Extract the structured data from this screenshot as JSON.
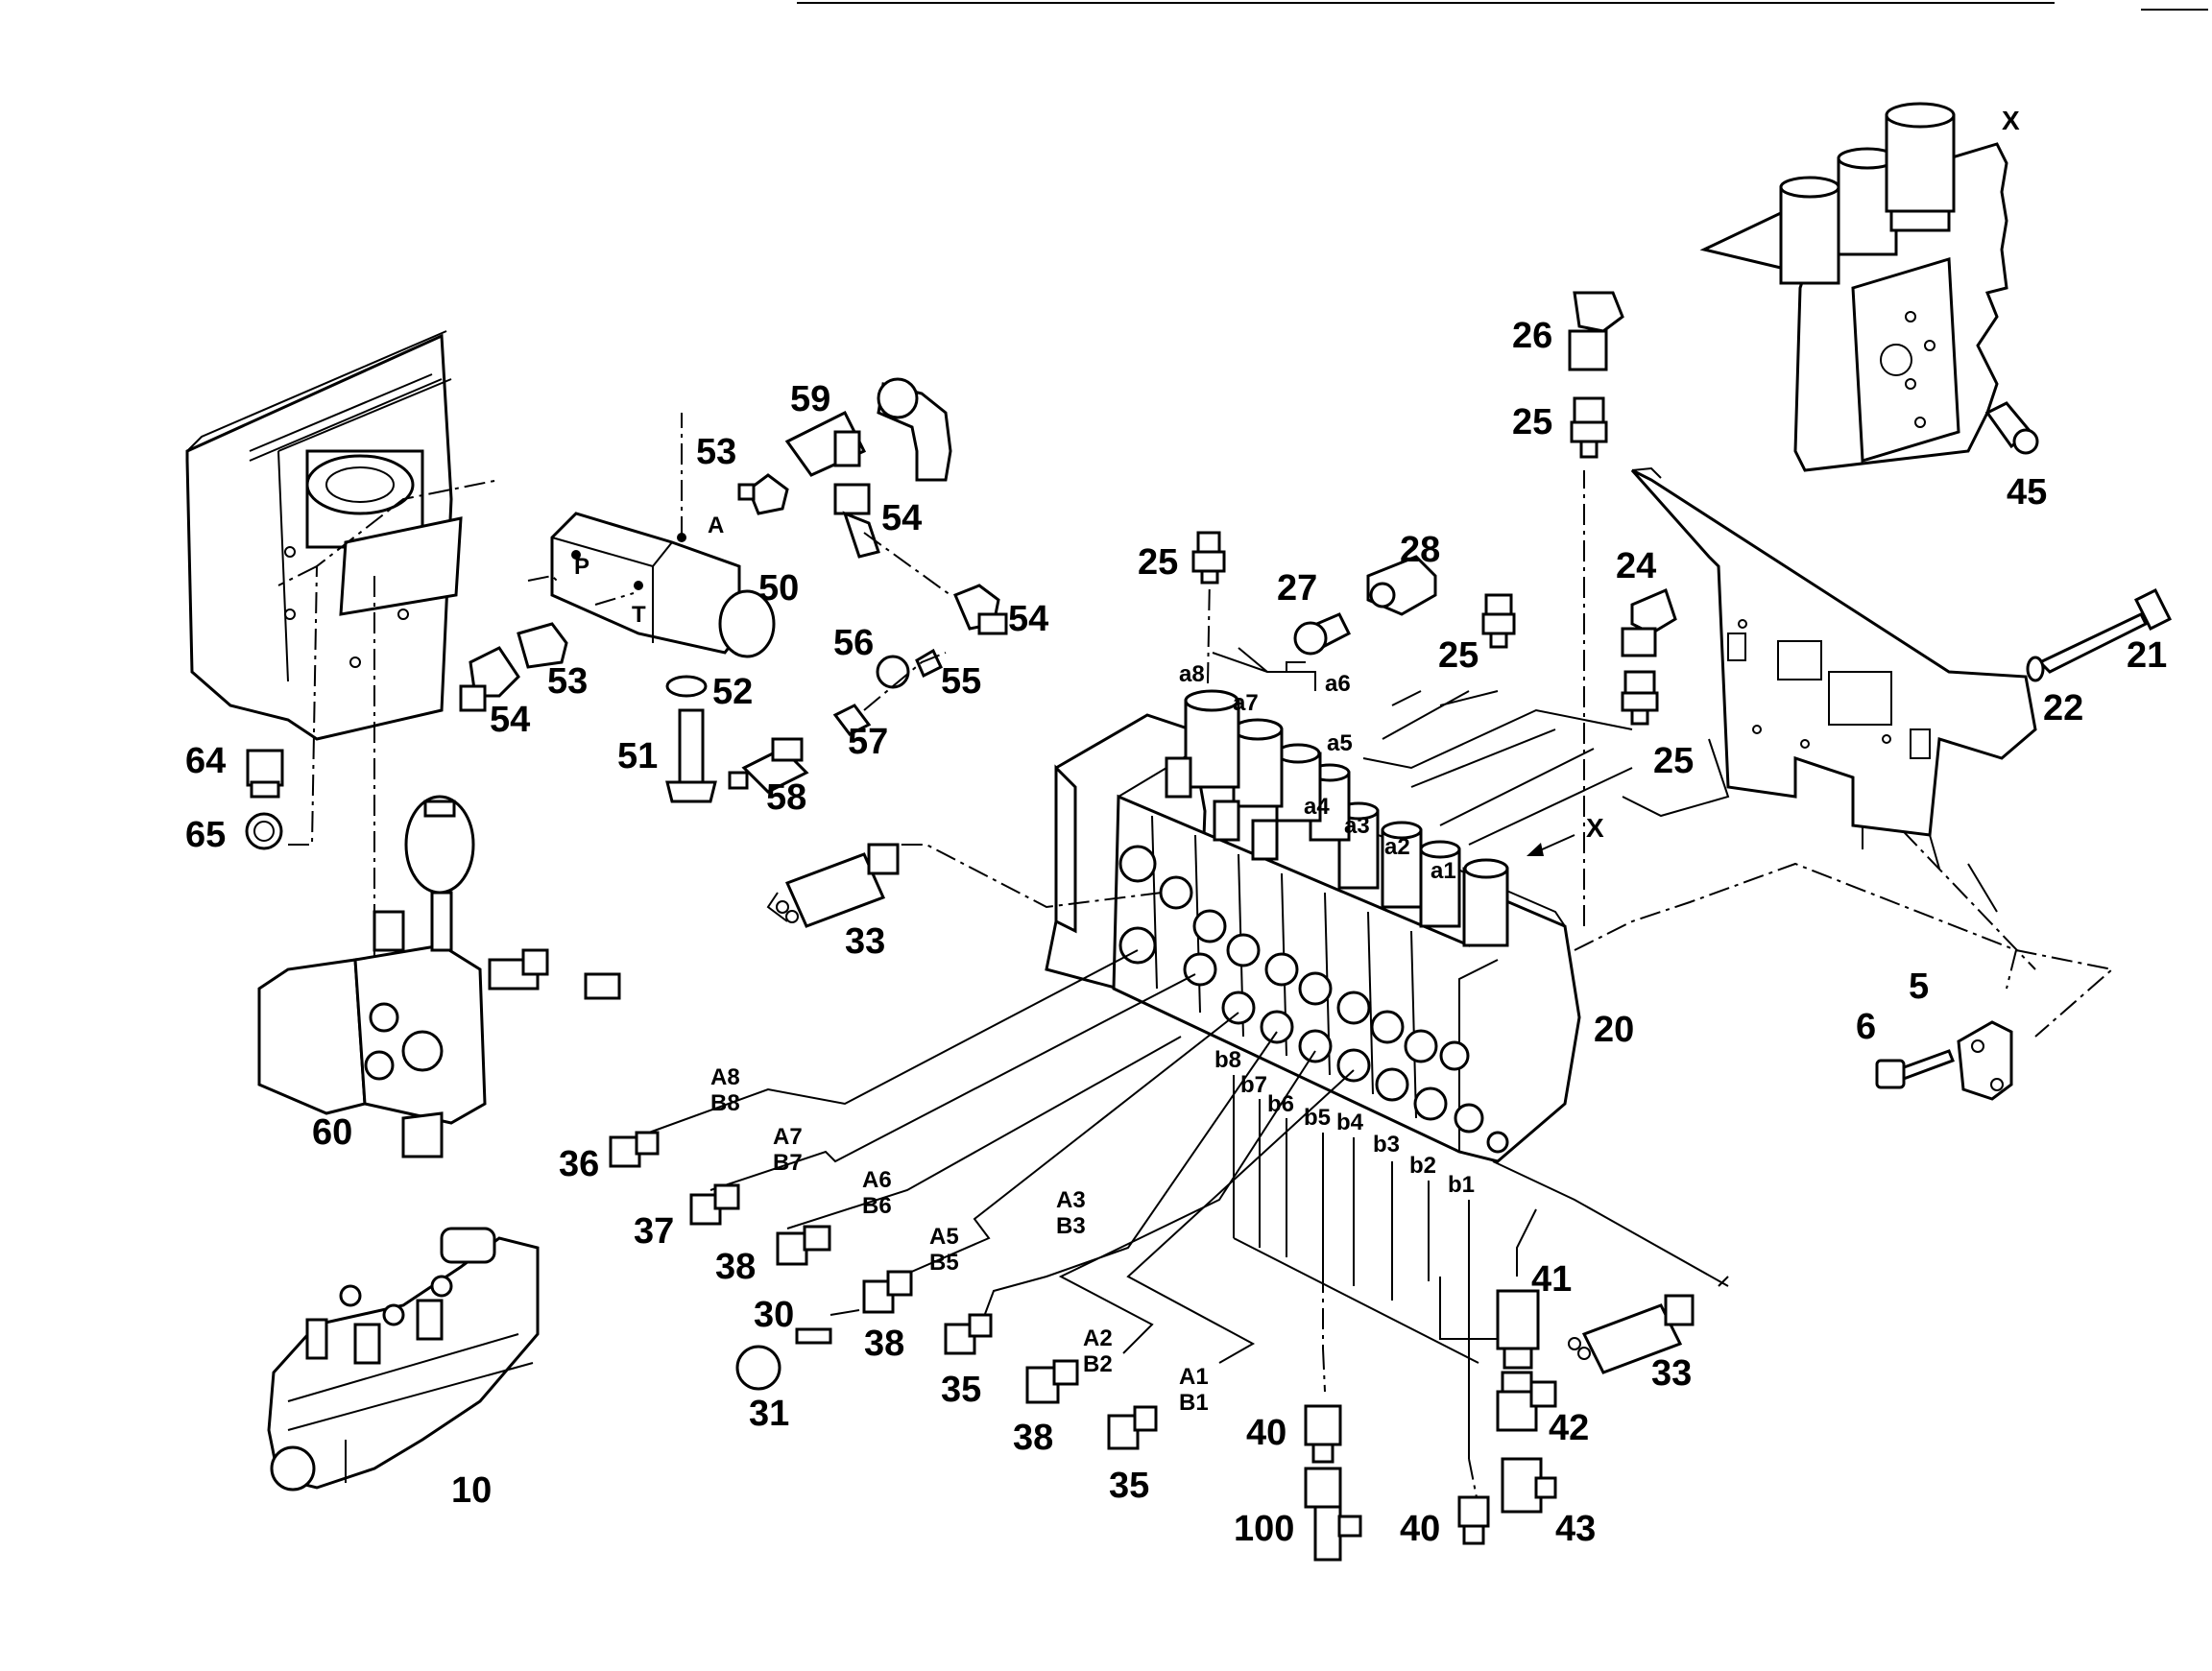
{
  "diagram": {
    "callouts": {
      "n5": "5",
      "n6": "6",
      "n10": "10",
      "n20": "20",
      "n21": "21",
      "n22": "22",
      "n24": "24",
      "n25a": "25",
      "n25b": "25",
      "n25c": "25",
      "n25d": "25",
      "n26": "26",
      "n27": "27",
      "n28": "28",
      "n30": "30",
      "n31": "31",
      "n33a": "33",
      "n33b": "33",
      "n35a": "35",
      "n35b": "35",
      "n36": "36",
      "n37": "37",
      "n38a": "38",
      "n38b": "38",
      "n38c": "38",
      "n40a": "40",
      "n40b": "40",
      "n41": "41",
      "n42": "42",
      "n43": "43",
      "n45": "45",
      "n50": "50",
      "n51": "51",
      "n52": "52",
      "n53a": "53",
      "n53b": "53",
      "n54a": "54",
      "n54b": "54",
      "n54c": "54",
      "n55": "55",
      "n56": "56",
      "n57": "57",
      "n58": "58",
      "n59": "59",
      "n60": "60",
      "n64": "64",
      "n65": "65",
      "n100": "100"
    },
    "ports": {
      "a1": "a1",
      "a2": "a2",
      "a3": "a3",
      "a4": "a4",
      "a5": "a5",
      "a6": "a6",
      "a7": "a7",
      "a8": "a8",
      "b1": "b1",
      "b2": "b2",
      "b3": "b3",
      "b4": "b4",
      "b5": "b5",
      "b6": "b6",
      "b7": "b7",
      "b8": "b8",
      "A1": "A1",
      "B1": "B1",
      "A2": "A2",
      "B2": "B2",
      "A3": "A3",
      "B3": "B3",
      "A5": "A5",
      "B5": "B5",
      "A6": "A6",
      "B6": "B6",
      "A7": "A7",
      "B7": "B7",
      "A8": "A8",
      "B8": "B8",
      "P": "P",
      "T": "T",
      "A": "A"
    },
    "view_markers": {
      "x_top": "X",
      "x_arrow": "X"
    }
  }
}
